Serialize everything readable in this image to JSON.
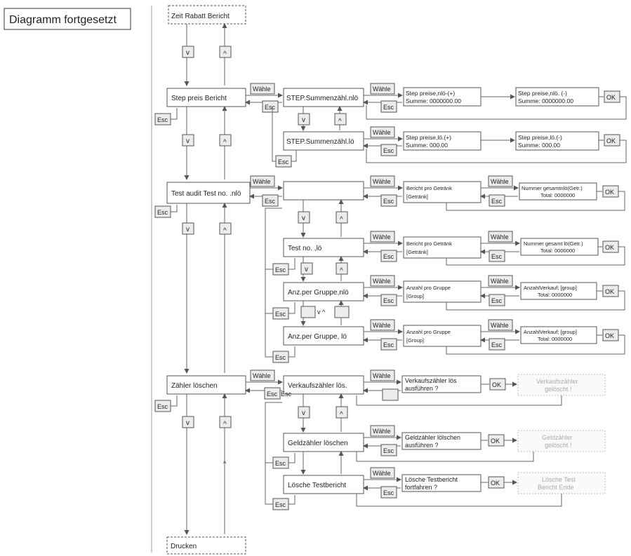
{
  "title": "Diagramm fortgesetzt",
  "main": {
    "top_terminal": "Zeit Rabatt Bericht",
    "bottom_terminal": "Drucken",
    "step_report": "Step preis Bericht",
    "test_audit": "Test audit Test no. .nlö",
    "clear_counters": "Zähler löschen"
  },
  "keys": {
    "down": "v",
    "up": "^",
    "select": "Wähle",
    "escape": "Esc",
    "ok": "OK",
    "updown_combo": "v ^"
  },
  "step": {
    "nlo_item": "STEP.Summenzähl.nlö",
    "lo_item": "STEP.Summenzähl.lö",
    "nlo_pos": [
      "Step preise,nlö-(+)",
      "Summe: 0000000.00"
    ],
    "nlo_neg": [
      "Step preise,nlö. (-)",
      "Summe: 0000000.00"
    ],
    "lo_pos": [
      "Step preise,lö.(+)",
      "Summe: 000.00"
    ],
    "lo_neg": [
      "Step preise,lö.(-)",
      "Summe: 000.00"
    ]
  },
  "audit": {
    "test_lo": "Test no. ,lö",
    "group_nlo": "Anz.per Gruppe,nlö",
    "group_lo": "Anz.per Gruppe, lö",
    "report_drink_1": [
      "Bericht pro Getränk",
      "[Getränk]"
    ],
    "total_drink_1": [
      "Nummer gesamtnlö(Getr.)",
      "Total: 0000000"
    ],
    "report_drink_2": [
      "Bericht pro Getränk",
      "[Getränk]"
    ],
    "total_drink_2": [
      "Nummer gesamt lö(Getr.)",
      "Total: 0000000"
    ],
    "report_group_1": [
      "Anzahl pro Gruppe",
      "[Group]"
    ],
    "total_group_1": [
      "AnzahlVerkauf; [group]",
      "Total: 0000000"
    ],
    "report_group_2": [
      "Anzahl pro Gruppe",
      "[Group]"
    ],
    "total_group_2": [
      "AnzahlVerkauf; [group]",
      "Total: 0000000"
    ]
  },
  "clear": {
    "sales": "Verkaufszähler lös.",
    "money": "Geldzähler löschen",
    "test": "Lösche Testbericht",
    "sales_q": [
      "Verkaufszähler lös",
      "ausführen ?"
    ],
    "money_q": [
      "Geldzähler lölschen",
      "ausführen ?"
    ],
    "test_q": [
      "Lösche Testbericht",
      "fortfahren ?"
    ],
    "sales_done": [
      "Verkaufszähler",
      "gelöscht !"
    ],
    "money_done": [
      "Geldzähler",
      "gelöscht !"
    ],
    "test_done": [
      "Lösche Test",
      "Bericht Ende"
    ]
  }
}
